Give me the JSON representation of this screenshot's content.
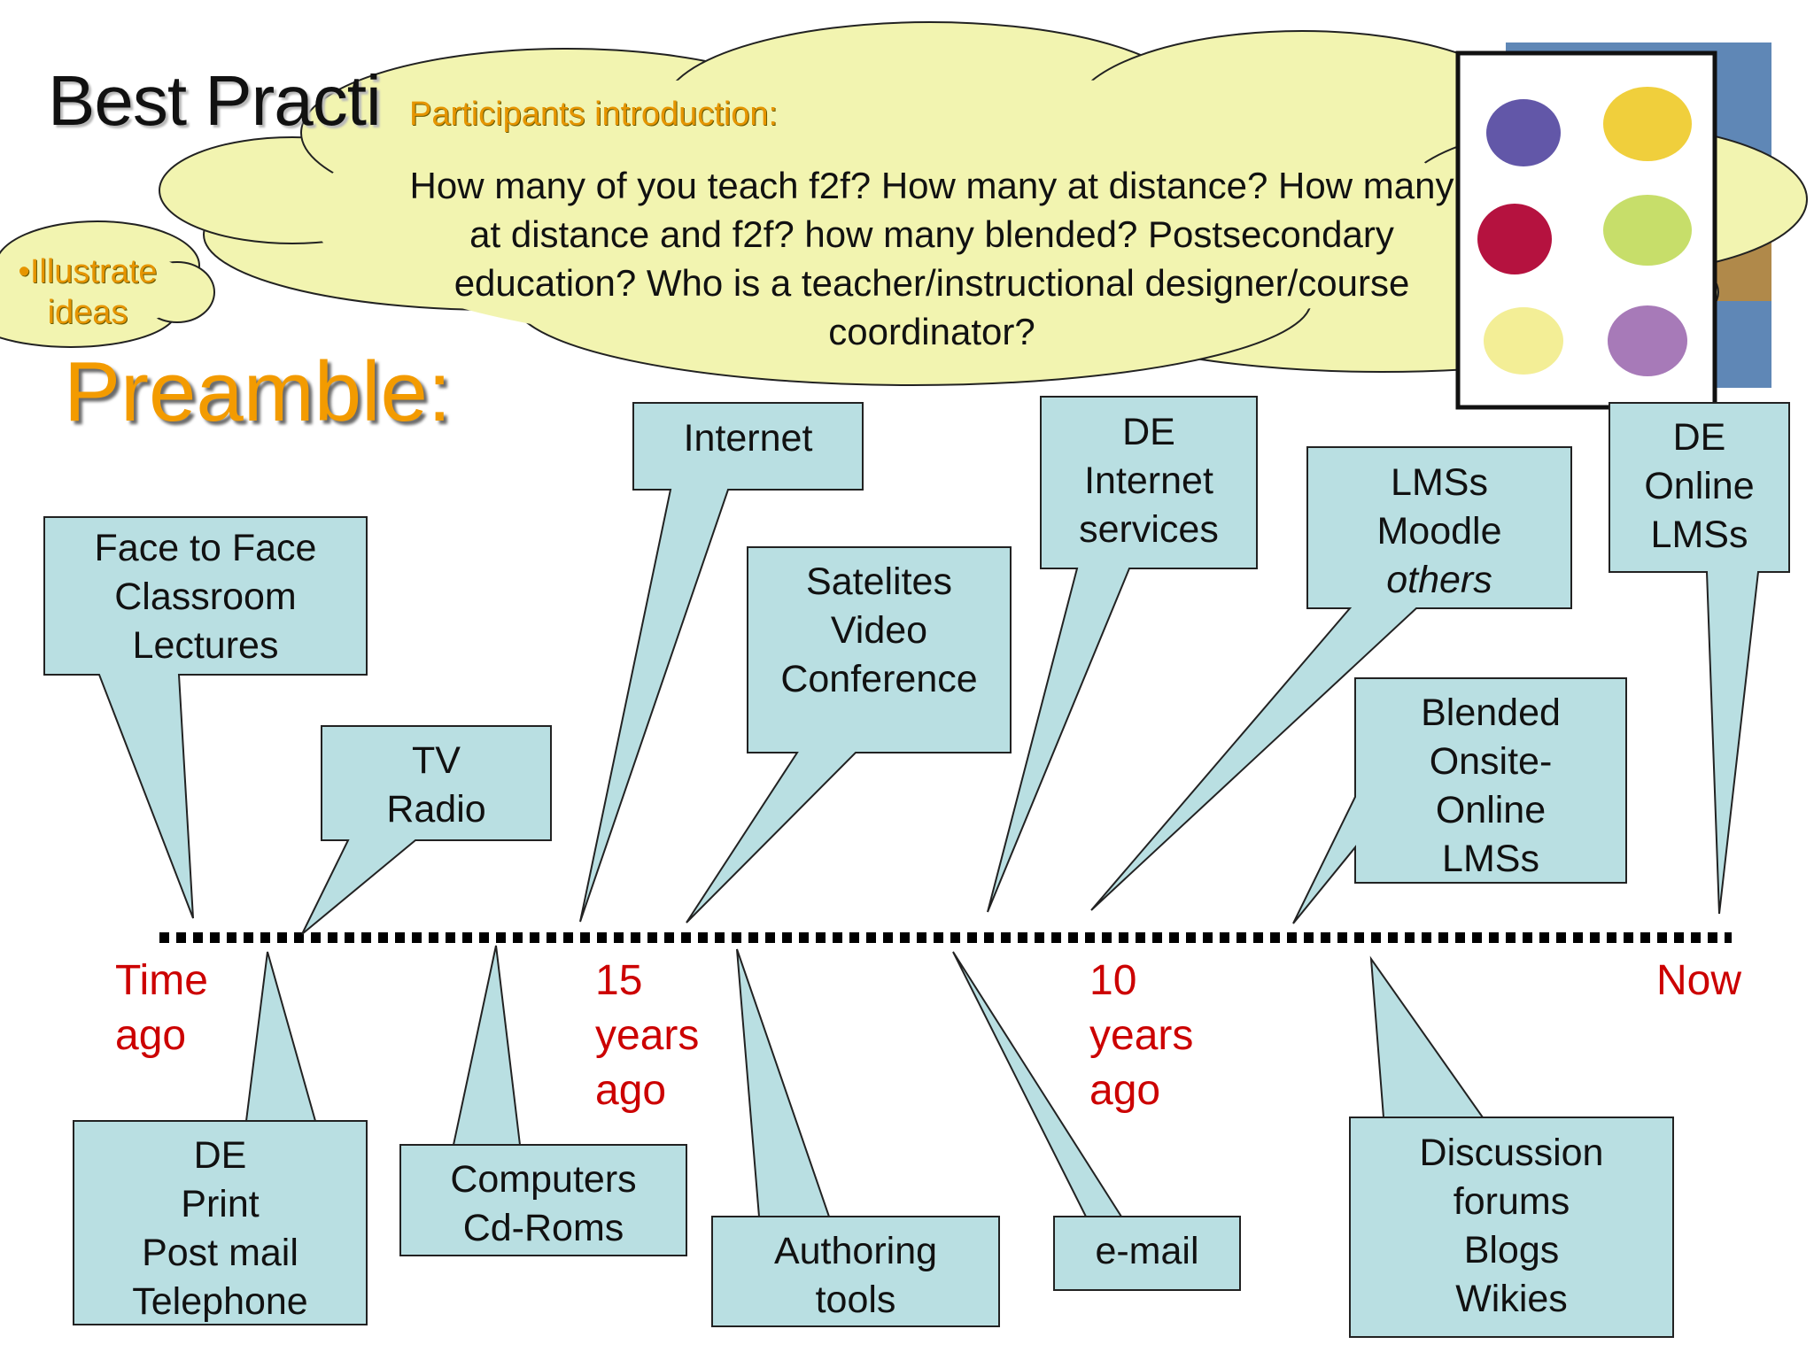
{
  "slide": {
    "title": "Best Practi",
    "subtitle": "Preamble:"
  },
  "cloud": {
    "heading": "Participants introduction:",
    "body": "How many of you teach f2f? How many at distance? How many at distance and f2f? how many blended? Postsecondary education? Who is a teacher/instructional designer/course coordinator?"
  },
  "small_cloud": {
    "lines": [
      "•Illustrate",
      "ideas"
    ]
  },
  "timeline": {
    "start": [
      "Time",
      "ago"
    ],
    "fifteen": [
      "15",
      "years",
      "ago"
    ],
    "ten": [
      "10",
      "years",
      "ago"
    ],
    "end": [
      "Now"
    ]
  },
  "callouts": {
    "face_to_face": [
      "Face to Face",
      "Classroom",
      "Lectures"
    ],
    "tv_radio": [
      "TV",
      "Radio"
    ],
    "internet": [
      "Internet"
    ],
    "satelites": [
      "Satelites",
      "Video",
      "Conference"
    ],
    "de_internet": [
      "DE",
      "Internet",
      "services"
    ],
    "lmss_moodle": [
      "LMSs",
      "Moodle",
      "others"
    ],
    "de_online": [
      "DE",
      "Online",
      "LMSs"
    ],
    "blended": [
      "Blended",
      "Onsite-",
      "Online",
      "LMSs"
    ],
    "de_print": [
      "DE",
      "Print",
      "Post mail",
      "Telephone"
    ],
    "computers": [
      "Computers",
      "Cd-Roms"
    ],
    "authoring": [
      "Authoring",
      "tools"
    ],
    "email": [
      "e-mail"
    ],
    "discussion": [
      "Discussion",
      "forums",
      "Blogs",
      "Wikies"
    ]
  },
  "colors": {
    "callout_fill": "#b9dfe2",
    "cloud_fill": "#f2f4b0",
    "timeline_label": "#cc0000",
    "accent_orange": "#f39b00"
  }
}
